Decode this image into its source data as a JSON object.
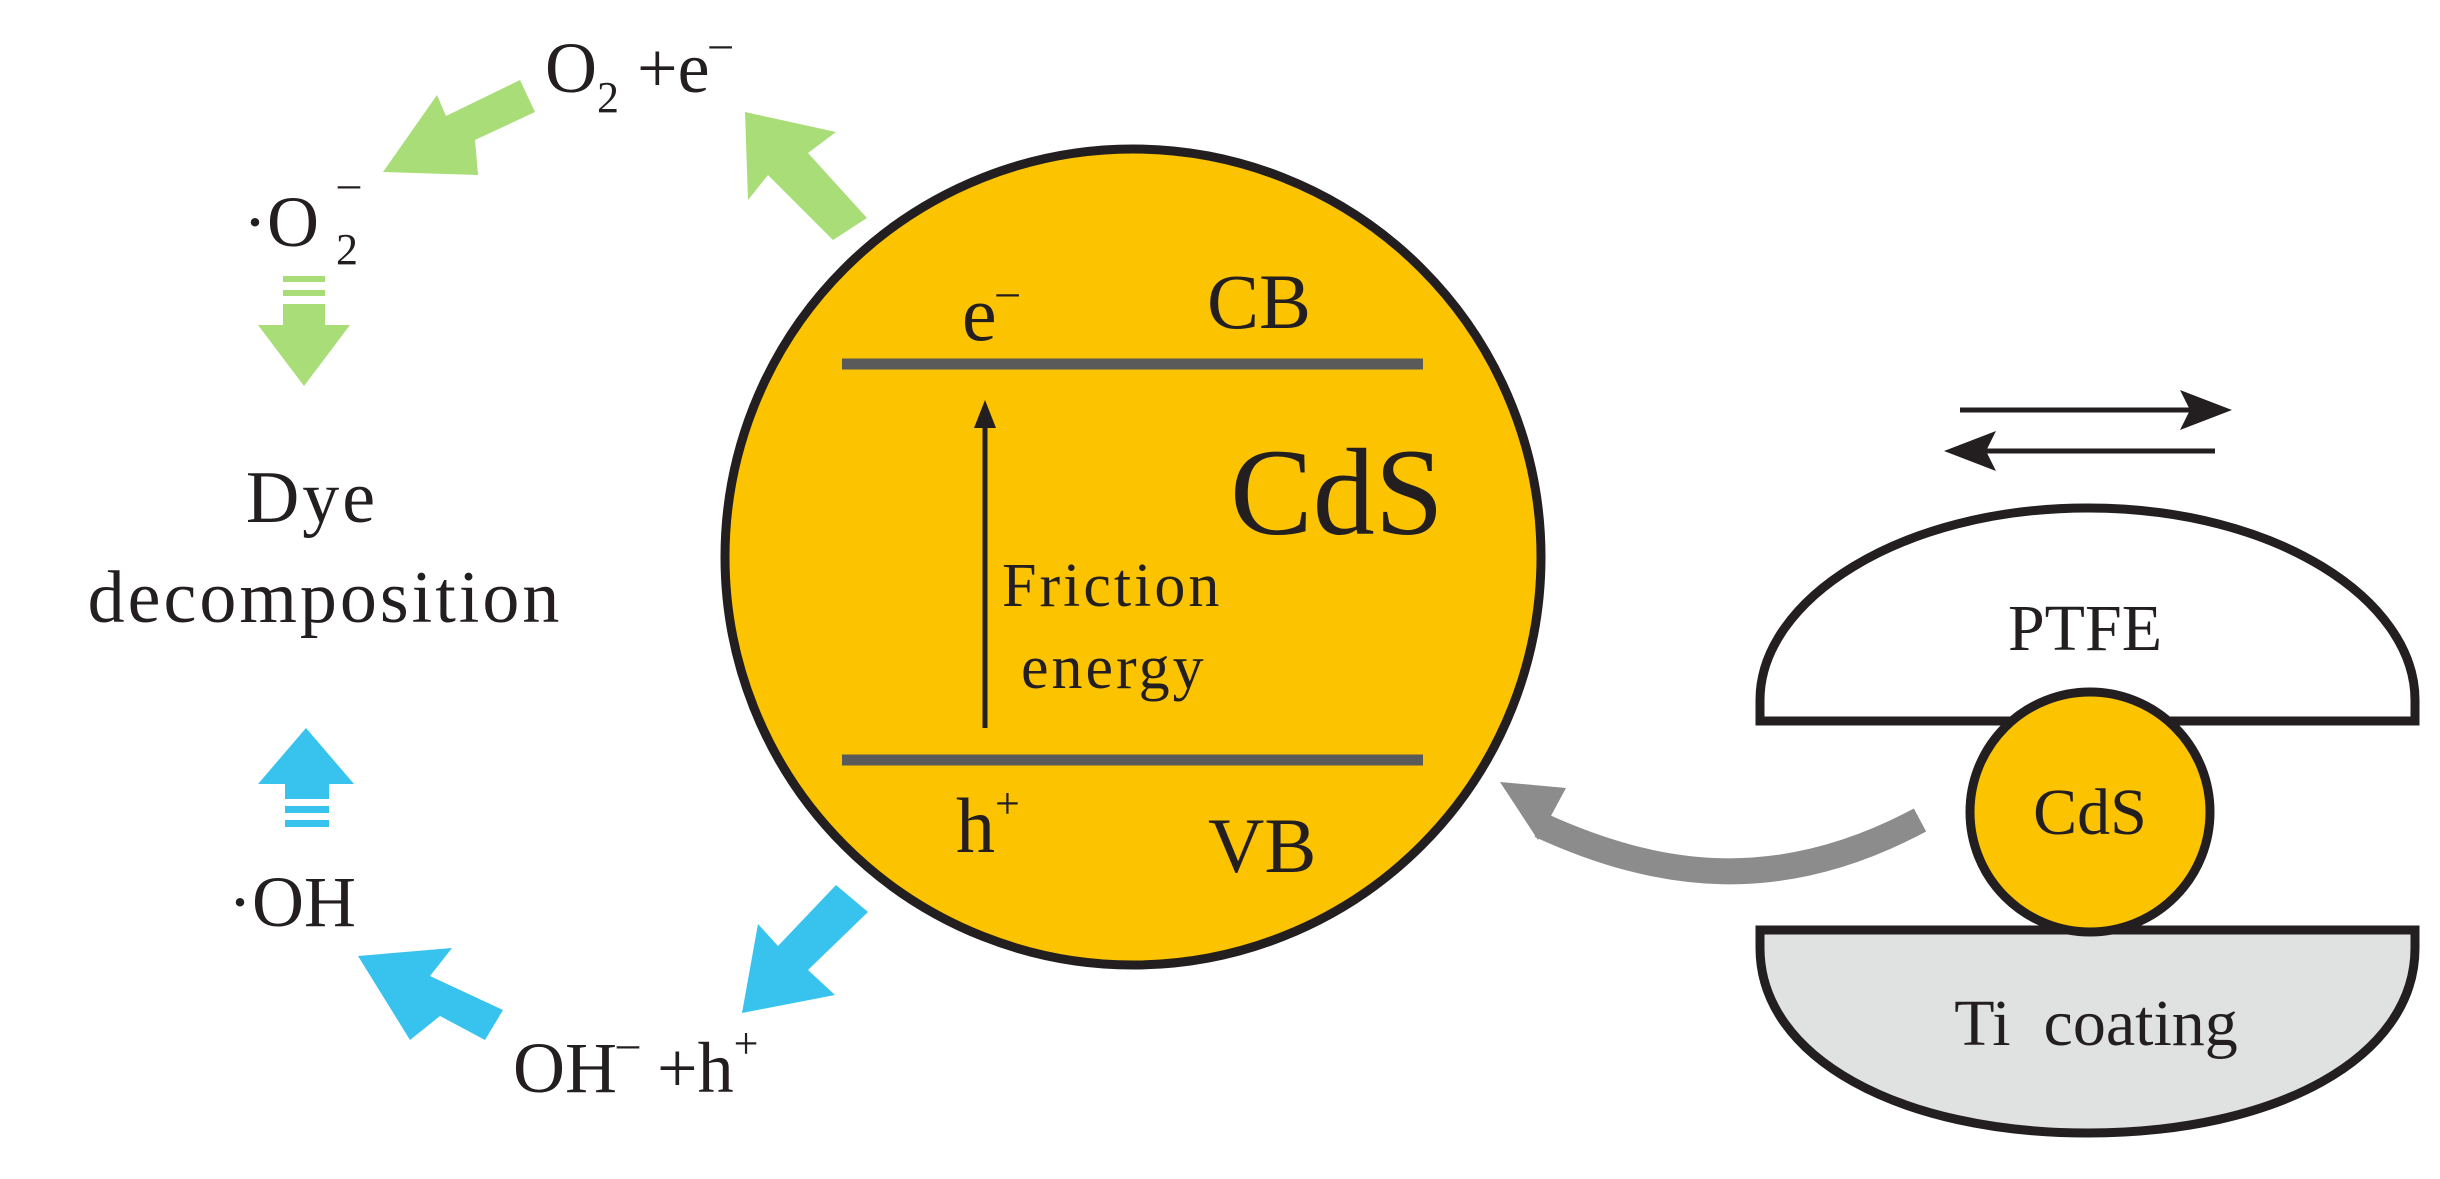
{
  "colors": {
    "particle": "#fcc300",
    "outline": "#231f20",
    "band_line": "#5a5a5a",
    "green_arrow": "#a8dd78",
    "blue_arrow": "#38c3ef",
    "grey_arrow": "#8c8c8c",
    "ti_fill": "#e0e1e1"
  },
  "particle": {
    "name": "CdS",
    "cb_label": "CB",
    "vb_label": "VB",
    "electron": {
      "base": "e",
      "sup": "–"
    },
    "hole": {
      "base": "h",
      "sup": "+"
    },
    "friction_line1": "Friction",
    "friction_line2": "energy"
  },
  "reactions": {
    "o2_e": {
      "o": "O",
      "o_sub": "2",
      "plus_e": " +e",
      "e_sup": "–"
    },
    "superoxide": {
      "base": "·O",
      "sup": "–",
      "sub": "2"
    },
    "dye_line1": "Dye",
    "dye_line2": "decomposition",
    "hydroxyl": "·OH",
    "oh_h": {
      "oh": "OH",
      "oh_sup": "–",
      "plus_h": " +h",
      "h_sup": "+"
    }
  },
  "tribo": {
    "ptfe_label": "PTFE",
    "cds_label": "CdS",
    "ti_label": "Ti  coating"
  }
}
